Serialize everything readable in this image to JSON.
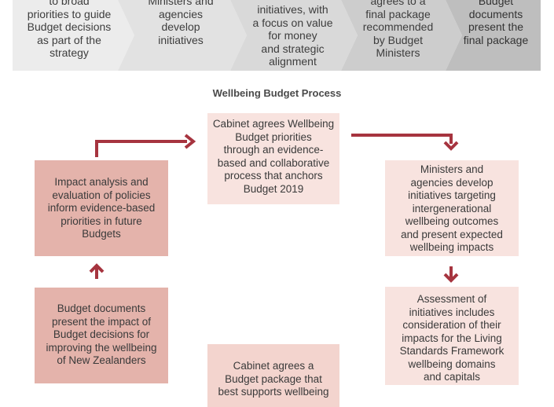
{
  "banner": {
    "steps": [
      {
        "text": "to broad\npriorities to guide\nBudget decisions\nas part of the\nstrategy"
      },
      {
        "text": "Ministers and\nagencies\ndevelop\ninitiatives"
      },
      {
        "text": "initiatives, with\na focus on value\nfor money\nand strategic\nalignment"
      },
      {
        "text": "agrees to a\nfinal package\nrecommended\nby Budget\nMinisters"
      },
      {
        "text": "Budget\ndocuments\npresent the\nfinal package"
      }
    ],
    "colors": [
      "#ececec",
      "#e2e2e2",
      "#d9d9d9",
      "#cdcdcd",
      "#bebebe"
    ]
  },
  "diagram": {
    "title": "Wellbeing Budget Process",
    "boxes": {
      "top_center": "Cabinet agrees Wellbeing\nBudget priorities\nthrough an evidence-\nbased and collaborative\nprocess that anchors\nBudget 2019",
      "right_top": "Ministers and\nagencies develop\ninitiatives targeting\nintergenerational\nwellbeing outcomes\nand present expected\nwellbeing impacts",
      "right_bottom": "Assessment of\ninitiatives includes\nconsideration of their\nimpacts for the Living\nStandards Framework\nwellbeing domains\nand capitals",
      "bottom_center": "Cabinet agrees a\nBudget package that\nbest supports wellbeing",
      "left_bottom": "Budget documents\npresent the impact of\nBudget decisions for\nimproving the wellbeing\nof New Zealanders",
      "left_top": "Impact analysis and\nevaluation of policies\ninform evidence-based\npriorities in future\nBudgets"
    },
    "arrow_color": "#a6343f"
  }
}
